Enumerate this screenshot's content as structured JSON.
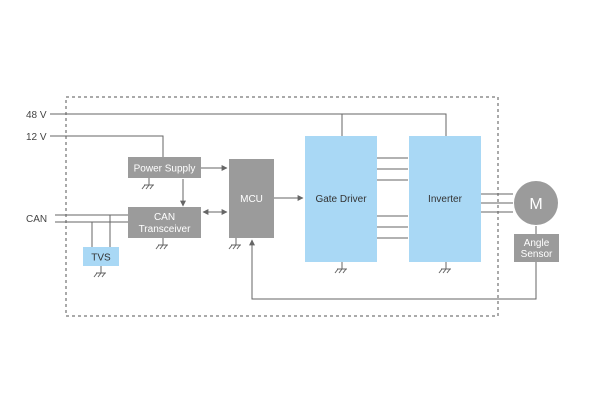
{
  "inputs": {
    "v48": "48 V",
    "v12": "12 V",
    "can": "CAN"
  },
  "blocks": {
    "power_supply": "Power Supply",
    "can_transceiver_line1": "CAN",
    "can_transceiver_line2": "Transceiver",
    "tvs": "TVS",
    "mcu": "MCU",
    "gate_driver": "Gate Driver",
    "inverter": "Inverter",
    "motor": "M",
    "angle_sensor_line1": "Angle",
    "angle_sensor_line2": "Sensor"
  },
  "colors": {
    "gray_block": "#9b9b9b",
    "blue_block": "#a9d8f5",
    "line": "#666666",
    "text_on_gray": "#ffffff",
    "text_on_blue": "#333333",
    "label_text": "#444444"
  }
}
